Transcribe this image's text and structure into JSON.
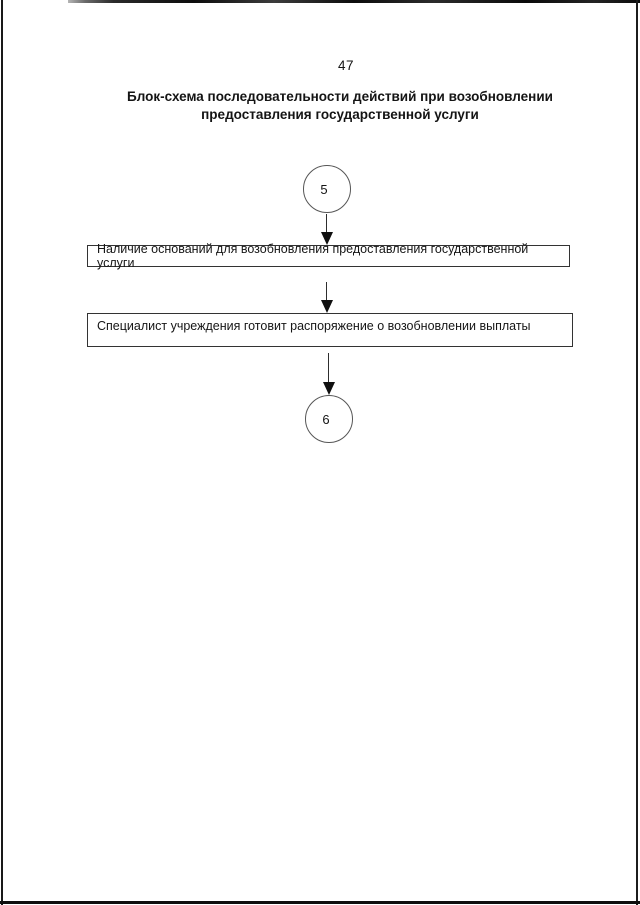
{
  "page": {
    "number": "47",
    "title_lines": [
      "Блок-схема последовательности действий при возобновлении",
      "предоставления государственной услуги"
    ]
  },
  "flowchart": {
    "entry_connector": {
      "label": "5"
    },
    "exit_connector": {
      "label": "6"
    },
    "steps": [
      {
        "label": "Наличие оснований для возобновления предоставления государственной услуги"
      },
      {
        "label": "Специалист учреждения готовит распоряжение о возобновлении выплаты"
      }
    ]
  },
  "colors": {
    "ink": "#141414",
    "box_border": "#333333",
    "circle_border": "#565656",
    "arrow": "#101010",
    "scan_artifact": "#161616",
    "background": "#ffffff"
  }
}
